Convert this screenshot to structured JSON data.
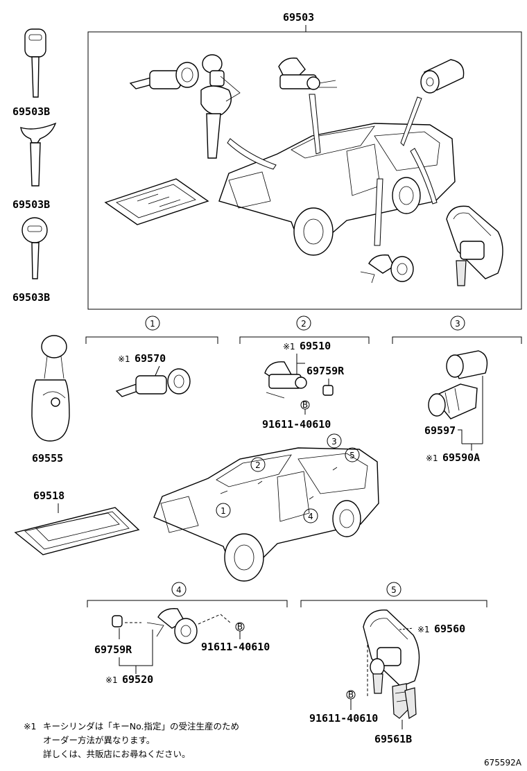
{
  "parts": {
    "main_set": "69503",
    "key_1": "69503B",
    "key_2": "69503B",
    "key_3": "69503B",
    "key_holder": "69555",
    "card_plate": "69518",
    "ignition_cyl": "69570",
    "door_lock_set": "69510",
    "door_lock_sub": "69759R",
    "door_lock_bolt": "91611-40610",
    "fuel_cap_cyl": "69597",
    "fuel_cap_set": "69590A",
    "rear_door_sub": "69759R",
    "rear_door_bolt": "91611-40610",
    "rear_door_set": "69520",
    "hatch_set": "69560",
    "hatch_bolt": "91611-40610",
    "hatch_sub": "69561B"
  },
  "marks": {
    "asterisk1": "※1",
    "bolt_symbol": "B"
  },
  "callouts": {
    "c1": "1",
    "c2": "2",
    "c3": "3",
    "c4": "4",
    "c5": "5"
  },
  "footnote": {
    "mark": "※1",
    "line1": "キーシリンダは「キーNo.指定」の受注生産のため",
    "line2": "オーダー方法が異なります。",
    "line3": "詳しくは、共販店にお尋ねください。"
  },
  "diagram_id": "675592A"
}
